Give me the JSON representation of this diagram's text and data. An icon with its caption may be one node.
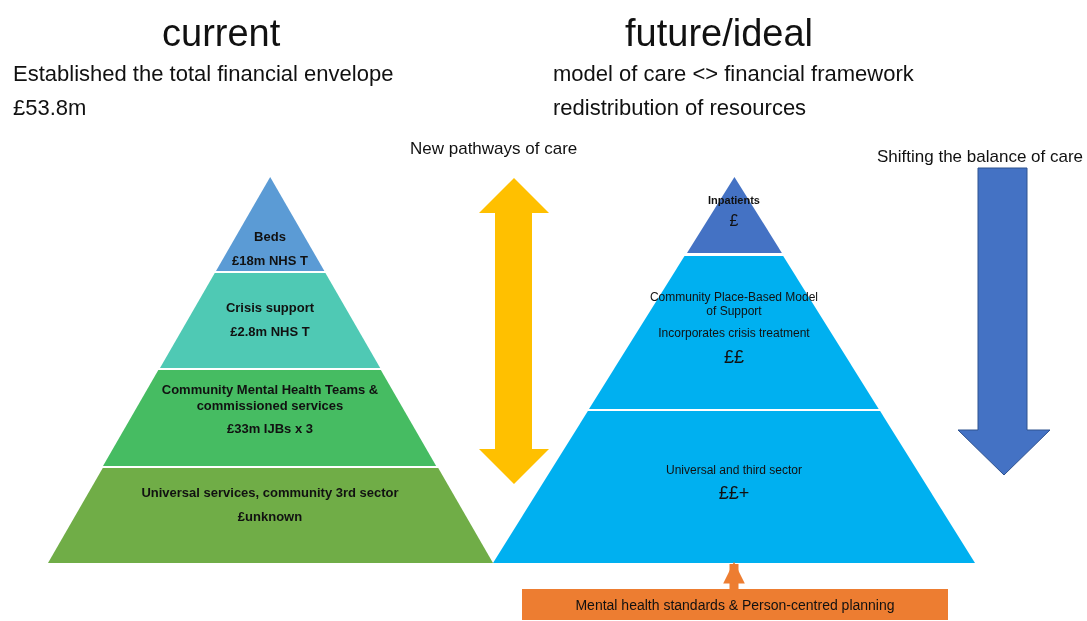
{
  "diagram": {
    "nodes": [
      {
        "text": [
          "Beds",
          "£18m NHS T"
        ]
      },
      {
        "text": [
          "Crisis support",
          "£2.8m NHS T"
        ]
      },
      {
        "text": [
          "Community Mental Health Teams & commissioned services",
          "£33m IJBs x 3"
        ]
      },
      {
        "text": [
          "Universal services, community 3rd sector",
          "£unknown"
        ]
      },
      {
        "text": [
          "Inpatients",
          "£"
        ]
      },
      {
        "text": [
          "Community Place-Based Model of Support",
          "Incorporates crisis treatment",
          "££"
        ]
      },
      {
        "text": [
          "Universal and third sector",
          "££+"
        ]
      },
      {
        "text": [
          "Mental health standards & Person-centred planning"
        ]
      }
    ],
    "edges": [
      {
        "from": 7,
        "to": 6,
        "arrow": "to"
      }
    ],
    "labels": [
      "current",
      "Established the total financial envelope",
      "£53.8m",
      "future/ideal",
      "model of care <> financial framework",
      "redistribution of resources",
      "New pathways of care",
      "Shifting the balance of care"
    ]
  }
}
